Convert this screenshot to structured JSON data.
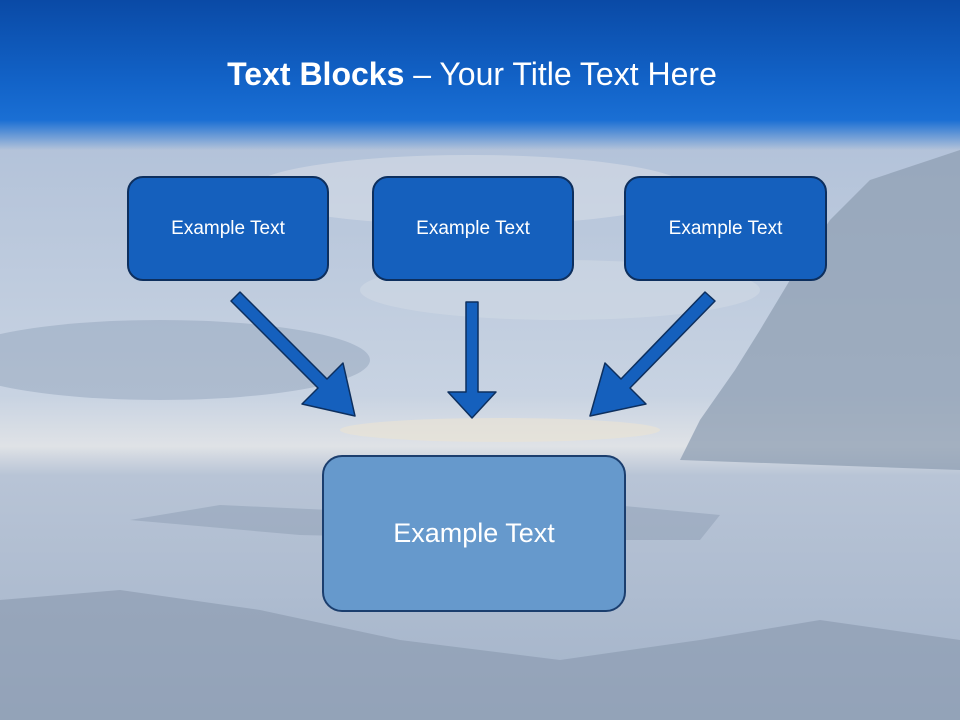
{
  "slide": {
    "title_bold": "Text Blocks",
    "title_dash": " – ",
    "title_rest": "Your Title Text Here"
  },
  "boxes": {
    "top": [
      "Example Text",
      "Example Text",
      "Example Text"
    ],
    "main": "Example Text"
  },
  "colors": {
    "title_bar": "#1263c8",
    "top_box_fill": "#1560bd",
    "main_box_fill": "#6699cc",
    "arrow_fill": "#1560bd",
    "border": "#0d2f5e"
  }
}
